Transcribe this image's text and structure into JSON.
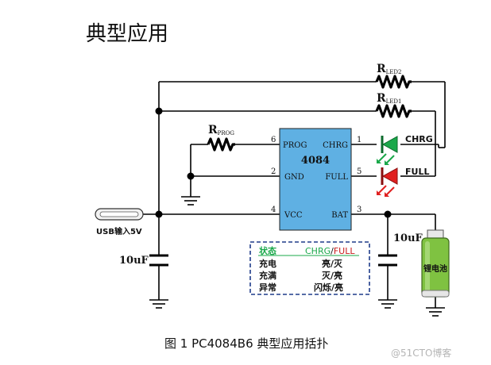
{
  "title": "典型应用",
  "caption": "图 1   PC4084B6 典型应用括扑",
  "watermark": "@51CTO博客",
  "ic": {
    "name": "4084",
    "pins": [
      {
        "num": "6",
        "label": "PROG"
      },
      {
        "num": "2",
        "label": "GND"
      },
      {
        "num": "4",
        "label": "VCC"
      },
      {
        "num": "1",
        "label": "CHRG"
      },
      {
        "num": "5",
        "label": "FULL"
      },
      {
        "num": "3",
        "label": "BAT"
      }
    ]
  },
  "resistors": {
    "rprog": {
      "main": "R",
      "sub": "PROG"
    },
    "rled2": {
      "main": "R",
      "sub": "LED2"
    },
    "rled1": {
      "main": "R",
      "sub": "LED1"
    }
  },
  "leds": {
    "chrg": {
      "label": "CHRG",
      "color": "#1aa84a"
    },
    "full": {
      "label": "FULL",
      "color": "#e02020"
    }
  },
  "usb_label": "USB输入5V",
  "cap_left": "10uF",
  "cap_right": "10uF",
  "battery_label": "锂电池",
  "status_table": {
    "header": {
      "state": "状态",
      "chrg": "CHRG",
      "slash": "/",
      "full": "FULL"
    },
    "rows": [
      {
        "state": "充电",
        "value": "亮/灭"
      },
      {
        "state": "充满",
        "value": "灭/亮"
      },
      {
        "state": "异常",
        "value": "闪烁/亮"
      }
    ]
  },
  "colors": {
    "ic_fill": "#5fb0e3",
    "wire": "#000000",
    "table_border": "#1f3c8a",
    "status_green": "#1aa84a",
    "status_red": "#c81e1e",
    "battery_green": "#7fc241"
  }
}
